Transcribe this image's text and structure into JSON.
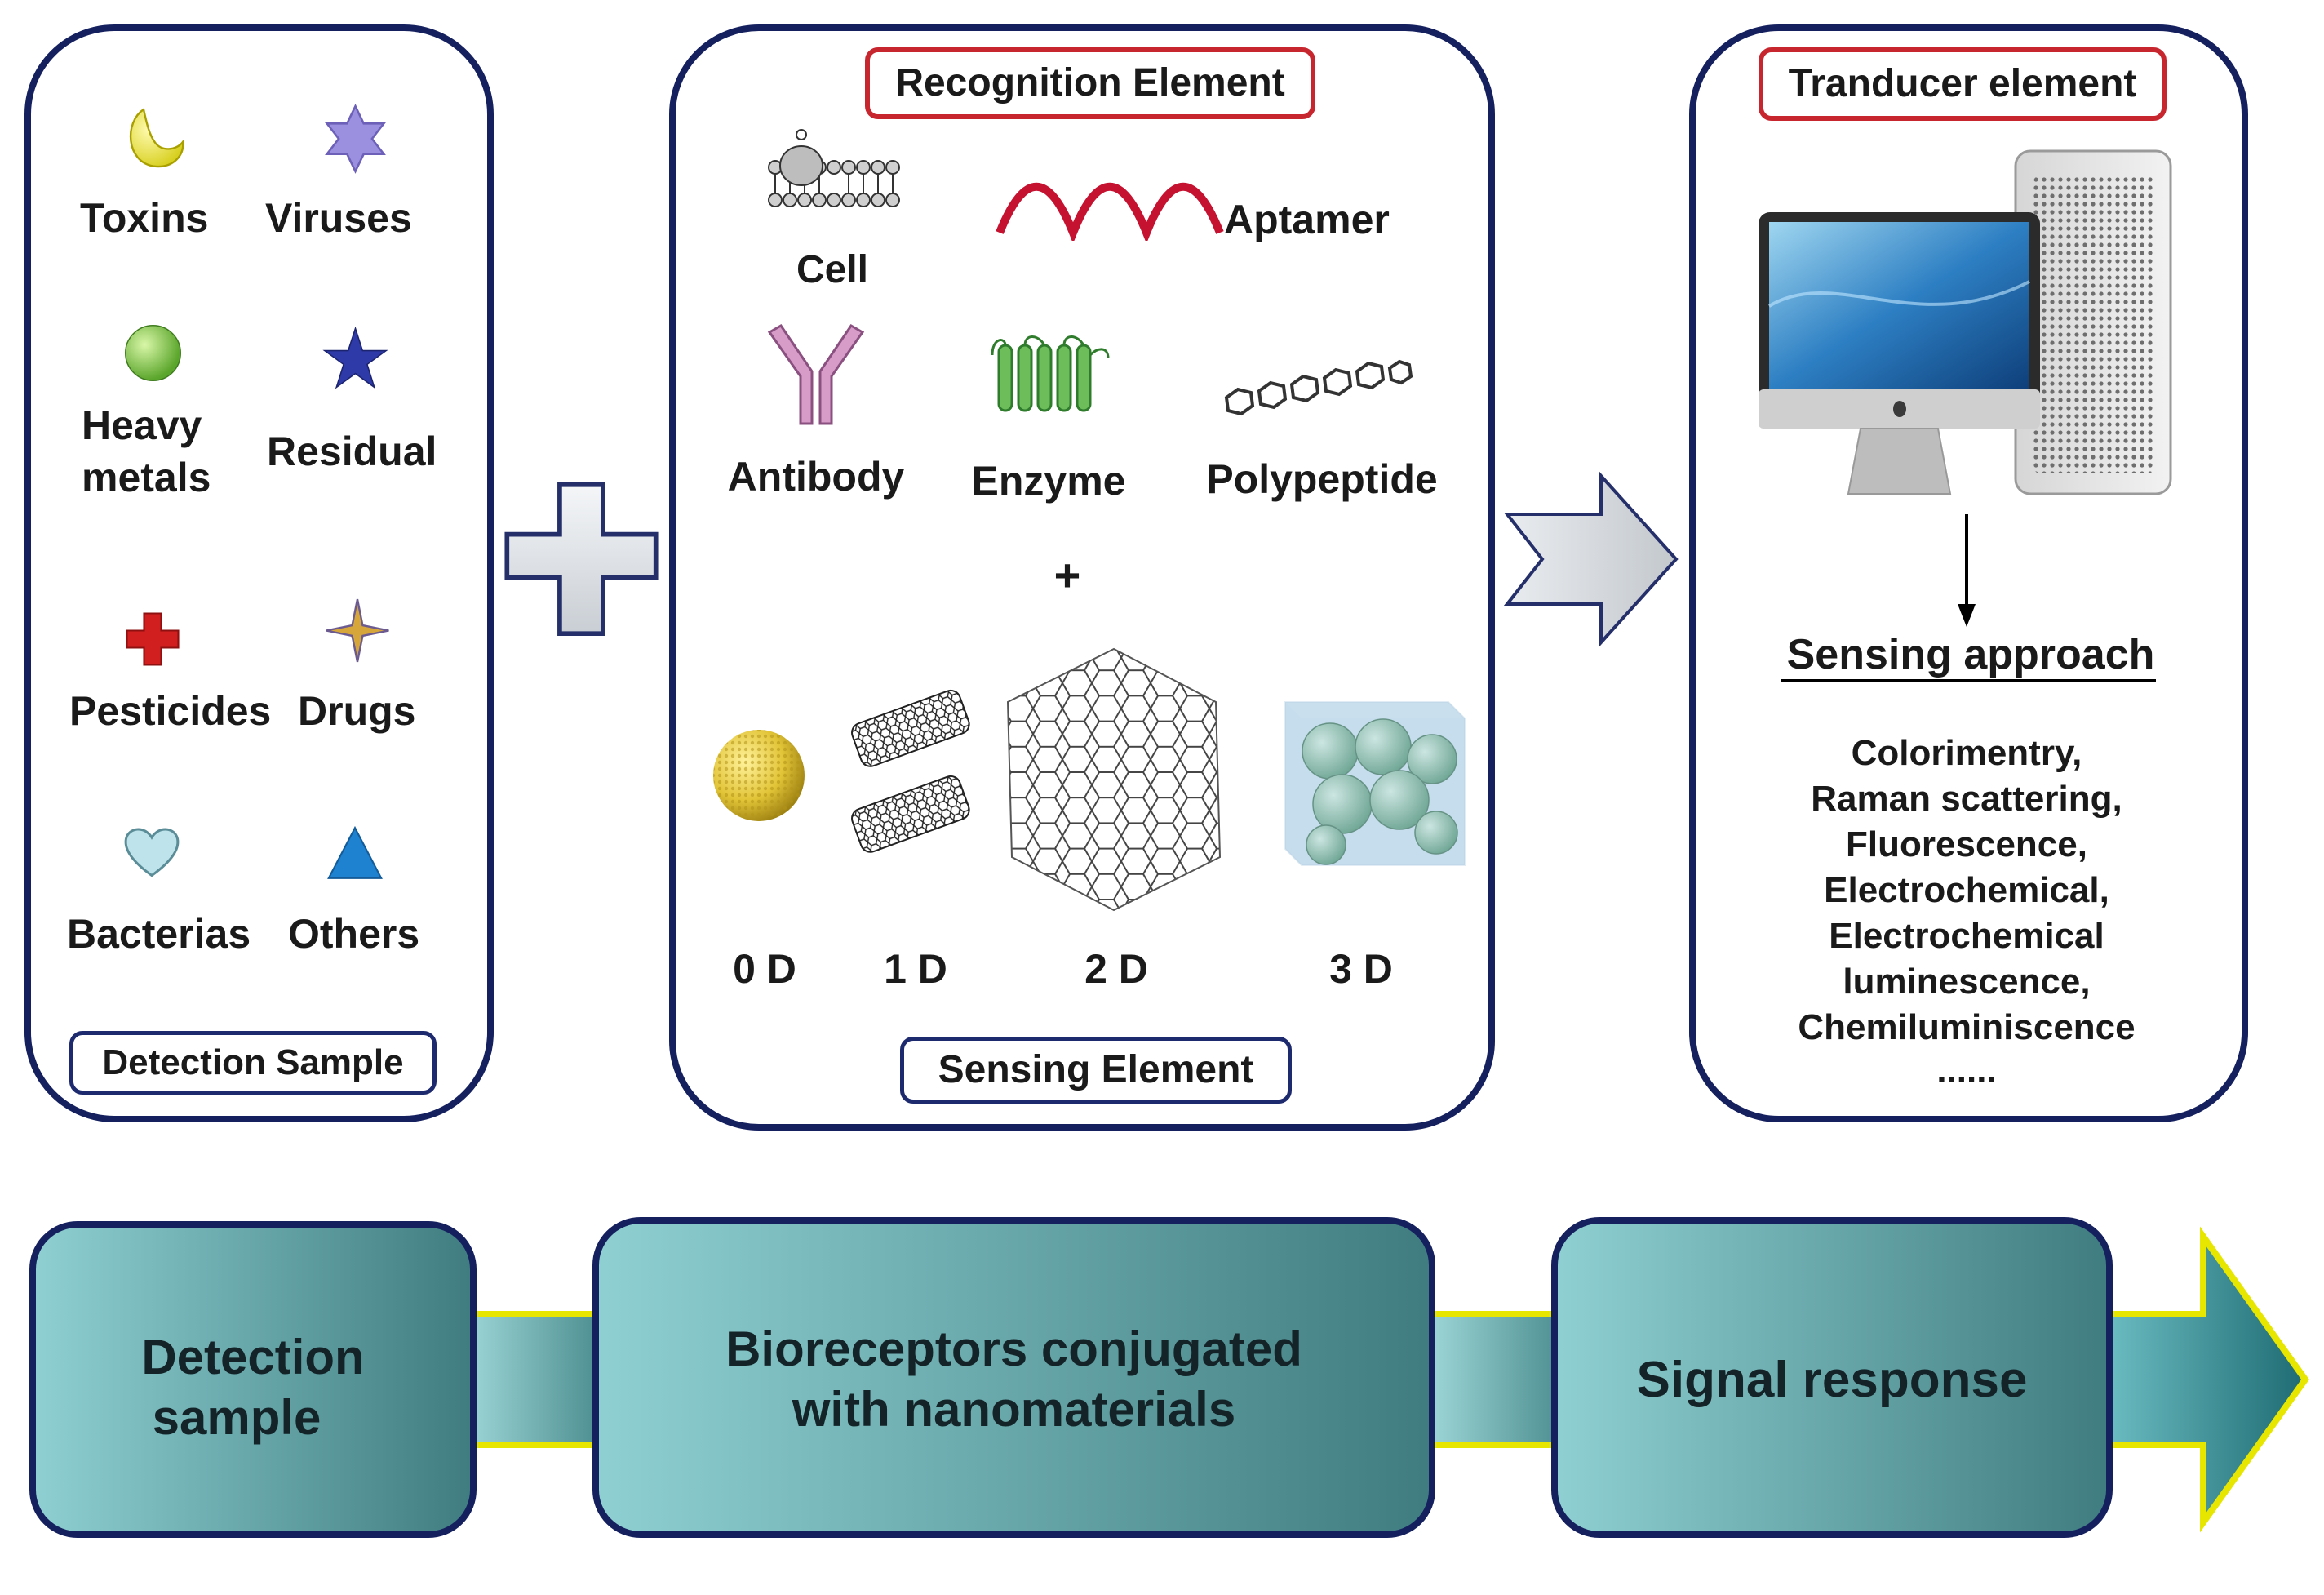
{
  "detection_panel": {
    "label": "Detection Sample",
    "items": [
      {
        "name": "Toxins",
        "icon": "crescent-icon",
        "color": "#e8e23a"
      },
      {
        "name": "Viruses",
        "icon": "six-point-star-icon",
        "color": "#9b8fe0"
      },
      {
        "name_line1": "Heavy",
        "name_line2": "metals",
        "icon": "sphere-icon",
        "color": "#8fd04f"
      },
      {
        "name": "Residual",
        "icon": "five-point-star-icon",
        "color": "#2e3aa8"
      },
      {
        "name": "Pesticides",
        "icon": "cross-icon",
        "color": "#d11f1f"
      },
      {
        "name": "Drugs",
        "icon": "four-point-star-icon",
        "color": "#d6a63a"
      },
      {
        "name": "Bacterias",
        "icon": "heart-icon",
        "color": "#bfe3ea"
      },
      {
        "name": "Others",
        "icon": "triangle-icon",
        "color": "#1e82d0"
      }
    ]
  },
  "recognition_panel": {
    "recognition_label": "Recognition Element",
    "sensing_label": "Sensing Element",
    "bioreceptors": [
      {
        "name": "Cell",
        "icon": "cell-membrane-icon"
      },
      {
        "name": "Aptamer",
        "icon": "aptamer-wave-icon"
      },
      {
        "name": "Antibody",
        "icon": "antibody-icon"
      },
      {
        "name": "Enzyme",
        "icon": "enzyme-helix-icon"
      },
      {
        "name": "Polypeptide",
        "icon": "polypeptide-chain-icon"
      }
    ],
    "plus": "+",
    "nanomaterials": [
      {
        "name": "0 D",
        "icon": "nanoparticle-sphere-icon"
      },
      {
        "name": "1 D",
        "icon": "nanotube-icon"
      },
      {
        "name": "2 D",
        "icon": "graphene-sheet-icon"
      },
      {
        "name": "3 D",
        "icon": "nanocube-icon"
      }
    ]
  },
  "transducer_panel": {
    "label": "Tranducer element",
    "icon": "computer-icon",
    "approach_title": "Sensing approach",
    "approaches": [
      "Colorimentry,",
      "Raman scattering,",
      "Fluorescence,",
      "Electrochemical,",
      "Electrochemical",
      "luminescence,",
      "Chemiluminiscence",
      "......"
    ]
  },
  "flow": {
    "steps": [
      {
        "line1": "Detection",
        "line2": "sample"
      },
      {
        "line1": "Bioreceptors conjugated",
        "line2": "with nanomaterials"
      },
      {
        "line1": "Signal response"
      }
    ]
  },
  "colors": {
    "panel_border": "#15205f",
    "tag_red": "#c8262f",
    "flow_teal_light": "#86c9cc",
    "flow_teal_dark": "#3f7f80",
    "flow_connector_border": "#e6e600"
  }
}
